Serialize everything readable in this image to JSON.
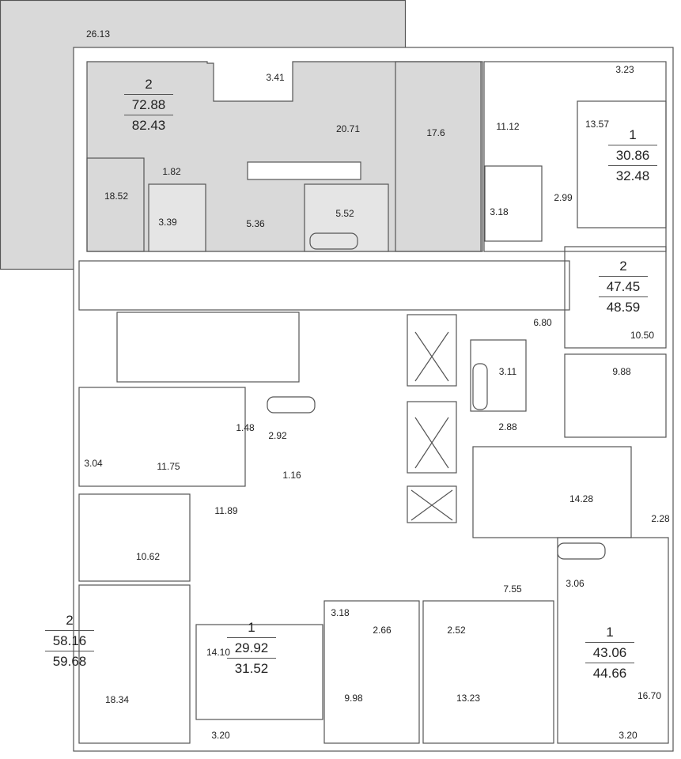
{
  "apartments": [
    {
      "id": "apt-a",
      "rooms": "2",
      "living_area": "72.88",
      "total_area": "82.43",
      "highlighted": true
    },
    {
      "id": "apt-b",
      "rooms": "1",
      "living_area": "30.86",
      "total_area": "32.48"
    },
    {
      "id": "apt-c",
      "rooms": "2",
      "living_area": "47.45",
      "total_area": "48.59"
    },
    {
      "id": "apt-d",
      "rooms": "2",
      "living_area": "58.16",
      "total_area": "59.68"
    },
    {
      "id": "apt-e",
      "rooms": "1",
      "living_area": "29.92",
      "total_area": "31.52"
    },
    {
      "id": "apt-f",
      "rooms": "1",
      "living_area": "43.06",
      "total_area": "44.66"
    }
  ],
  "rooms": [
    "26.13",
    "3.41",
    "20.71",
    "17.6",
    "11.12",
    "3.23",
    "13.57",
    "1.82",
    "18.52",
    "3.39",
    "5.36",
    "5.52",
    "3.18",
    "2.99",
    "6.80",
    "10.50",
    "3.11",
    "9.88",
    "1.48",
    "2.92",
    "2.88",
    "3.04",
    "11.75",
    "1.16",
    "14.28",
    "11.89",
    "2.28",
    "10.62",
    "7.55",
    "3.06",
    "3.18",
    "2.66",
    "2.52",
    "14.10",
    "18.34",
    "9.98",
    "13.23",
    "16.70",
    "3.20",
    "3.20"
  ],
  "colors": {
    "highlight": "#d9d9d9",
    "wall": "#555555"
  }
}
